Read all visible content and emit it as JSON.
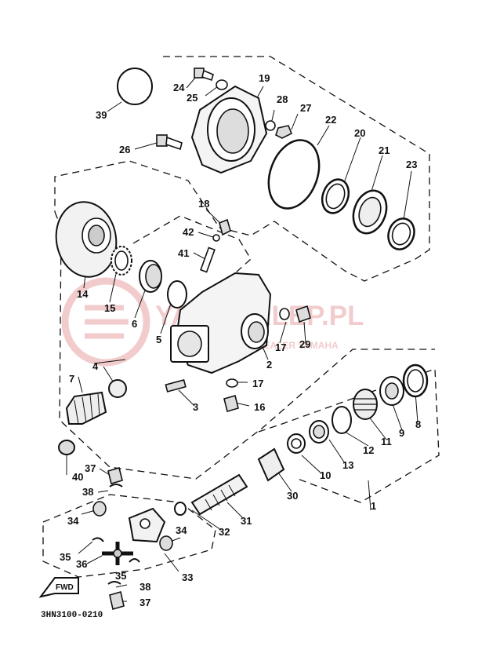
{
  "watermark": {
    "main": "YAMASKLEP.PL",
    "sub": "AUTORYZOWANY DEALER YAMAHA",
    "color": "#e8a3a6"
  },
  "figure_code": "3HN3100-0210",
  "fwd_tag": "FWD",
  "part_numbers": {
    "p1": "1",
    "p2": "2",
    "p3": "3",
    "p4": "4",
    "p5": "5",
    "p6": "6",
    "p7": "7",
    "p8": "8",
    "p9": "9",
    "p10": "10",
    "p11": "11",
    "p12": "12",
    "p13": "13",
    "p14": "14",
    "p15": "15",
    "p16": "16",
    "p17a": "17",
    "p17b": "17",
    "p18": "18",
    "p19": "19",
    "p20": "20",
    "p21": "21",
    "p22": "22",
    "p23": "23",
    "p24": "24",
    "p25": "25",
    "p26": "26",
    "p27": "27",
    "p28": "28",
    "p29": "29",
    "p30": "30",
    "p31": "31",
    "p32": "32",
    "p33": "33",
    "p34a": "34",
    "p34b": "34",
    "p35a": "35",
    "p35b": "35",
    "p36": "36",
    "p37a": "37",
    "p37b": "37",
    "p38a": "38",
    "p38b": "38",
    "p39": "39",
    "p40": "40",
    "p41": "41",
    "p42": "42"
  }
}
